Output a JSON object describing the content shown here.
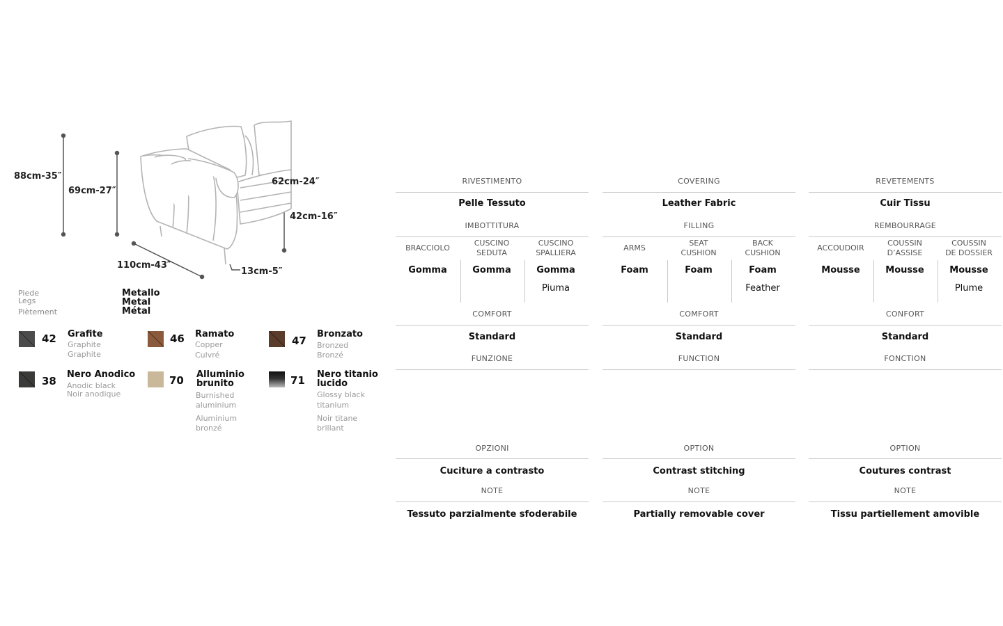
{
  "dimensions": {
    "height_total": "88cm-35″",
    "height_arm": "69cm-27″",
    "depth_seat": "62cm-24″",
    "seat_height": "42cm-16″",
    "width": "110cm-43″",
    "leg_height": "13cm-5″"
  },
  "legs": {
    "labels": [
      "Piede",
      "Legs",
      "Piètement"
    ],
    "values": [
      "Metallo",
      "Metal",
      "Métal"
    ]
  },
  "finishes": [
    {
      "code": "42",
      "name": "Grafite",
      "sub1": "Graphite",
      "sub2": "Graphite",
      "color": "#4a4b4a"
    },
    {
      "code": "46",
      "name": "Ramato",
      "sub1": "Copper",
      "sub2": "Culvré",
      "color": "#8b5a3c"
    },
    {
      "code": "47",
      "name": "Bronzato",
      "sub1": "Bronzed",
      "sub2": "Bronzé",
      "color": "#5a3d2b"
    },
    {
      "code": "38",
      "name": "Nero Anodico",
      "sub1": "Anodic black",
      "sub2": "Noir anodique",
      "color": "#3a3a38"
    },
    {
      "code": "70",
      "name": "Alluminio",
      "name2": "brunito",
      "sub1": "Burnished",
      "sub1b": "aluminium",
      "sub2": "Aluminium",
      "sub2b": "bronzé",
      "color": "#c9b99a"
    },
    {
      "code": "71",
      "name": "Nero titanio",
      "name2": "lucido",
      "sub1": "Glossy black",
      "sub1b": "titanium",
      "sub2": "Noir titane",
      "sub2b": "brillant",
      "color": "#1e1e1e"
    }
  ],
  "columns": [
    {
      "covering_title": "RIVESTIMENTO",
      "covering_value": "Pelle Tessuto",
      "filling_title": "IMBOTTITURA",
      "filling": [
        {
          "label1": "BRACCIOLO",
          "label2": "",
          "value": "Gomma",
          "value2": ""
        },
        {
          "label1": "CUSCINO",
          "label2": "SEDUTA",
          "value": "Gomma",
          "value2": ""
        },
        {
          "label1": "CUSCINO",
          "label2": "SPALLIERA",
          "value": "Gomma",
          "value2": "Piuma"
        }
      ],
      "comfort_title": "COMFORT",
      "comfort_value": "Standard",
      "function_title": "FUNZIONE",
      "option_title": "OPZIONI",
      "option_value": "Cuciture a contrasto",
      "note_title": "NOTE",
      "note_value": "Tessuto parzialmente sfoderabile"
    },
    {
      "covering_title": "COVERING",
      "covering_value": "Leather Fabric",
      "filling_title": "FILLING",
      "filling": [
        {
          "label1": "ARMS",
          "label2": "",
          "value": "Foam",
          "value2": ""
        },
        {
          "label1": "SEAT",
          "label2": "CUSHION",
          "value": "Foam",
          "value2": ""
        },
        {
          "label1": "BACK",
          "label2": "CUSHION",
          "value": "Foam",
          "value2": "Feather"
        }
      ],
      "comfort_title": "COMFORT",
      "comfort_value": "Standard",
      "function_title": "FUNCTION",
      "option_title": "OPTION",
      "option_value": "Contrast stitching",
      "note_title": "NOTE",
      "note_value": "Partially removable cover"
    },
    {
      "covering_title": "REVETEMENTS",
      "covering_value": "Cuir Tissu",
      "filling_title": "REMBOURRAGE",
      "filling": [
        {
          "label1": "ACCOUDOIR",
          "label2": "",
          "value": "Mousse",
          "value2": ""
        },
        {
          "label1": "COUSSIN",
          "label2": "D’ASSISE",
          "value": "Mousse",
          "value2": ""
        },
        {
          "label1": "COUSSIN",
          "label2": "DE DOSSIER",
          "value": "Mousse",
          "value2": "Plume"
        }
      ],
      "comfort_title": "CONFORT",
      "comfort_value": "Standard",
      "function_title": "FONCTION",
      "option_title": "OPTION",
      "option_value": "Coutures contrast",
      "note_title": "NOTE",
      "note_value": "Tissu partiellement amovible"
    }
  ]
}
